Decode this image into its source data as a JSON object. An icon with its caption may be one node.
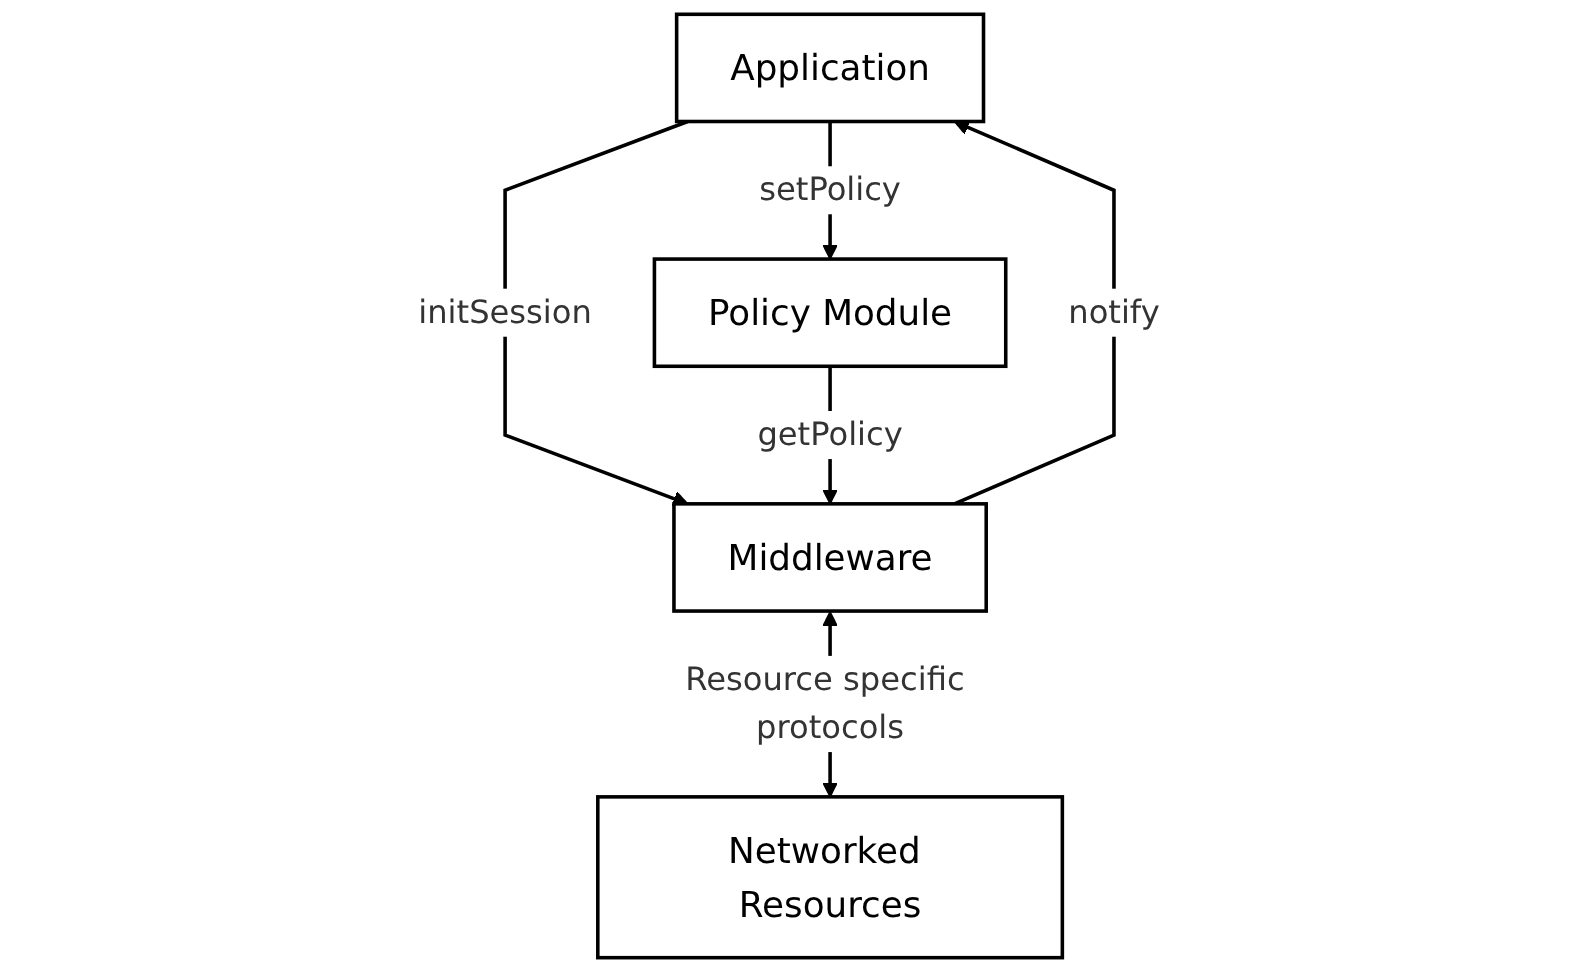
{
  "diagram": {
    "nodes": [
      {
        "text": [
          "Application"
        ]
      },
      {
        "text": [
          "Policy Module"
        ]
      },
      {
        "text": [
          "Middleware"
        ]
      },
      {
        "text": [
          "Networked Resources"
        ]
      }
    ],
    "edges": [
      {
        "from": 0,
        "to": 1,
        "arrow": "to",
        "label": "setPolicy"
      },
      {
        "from": 0,
        "to": 2,
        "arrow": "to",
        "label": "initSession"
      },
      {
        "from": 2,
        "to": 0,
        "arrow": "to",
        "label": "notify"
      },
      {
        "from": 1,
        "to": 2,
        "arrow": "to",
        "label": "getPolicy"
      },
      {
        "from": 2,
        "to": 3,
        "arrow": "both",
        "label": "Resource specific protocols"
      }
    ]
  }
}
